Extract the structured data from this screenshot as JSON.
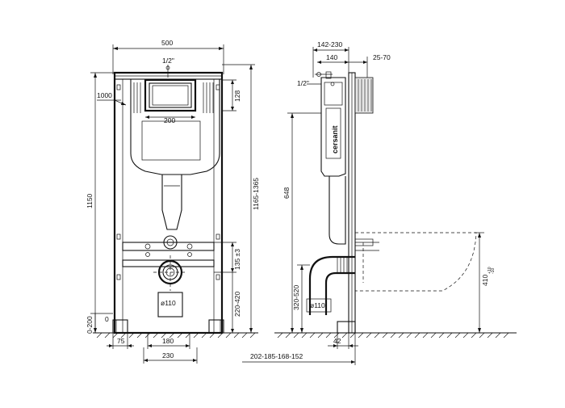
{
  "front": {
    "width": "500",
    "thread": "1/2\"",
    "button_width": "200",
    "height_from_rail": "1000",
    "total_height": "1150",
    "button_height": "128",
    "adjust_range": "1165-1365",
    "offset": "135 ±3",
    "outlet_height": "220-420",
    "pipe": "ø110",
    "foot_adjust": "0-200",
    "foot_width": "75",
    "pipe_spacing": "180",
    "base_width": "230"
  },
  "side": {
    "depth_range": "142-230",
    "depth": "140",
    "wall_gap": "25-70",
    "thread": "1/2\"",
    "brand": "cersanit",
    "flush_height": "648",
    "outlet_range": "320-520",
    "pipe": "ø110",
    "bowl_height": "410",
    "bowl_tolerance_top": "+10",
    "bowl_tolerance_bottom": "-10",
    "foot_depth": "42",
    "depth_variants": "202-185-168-152"
  }
}
